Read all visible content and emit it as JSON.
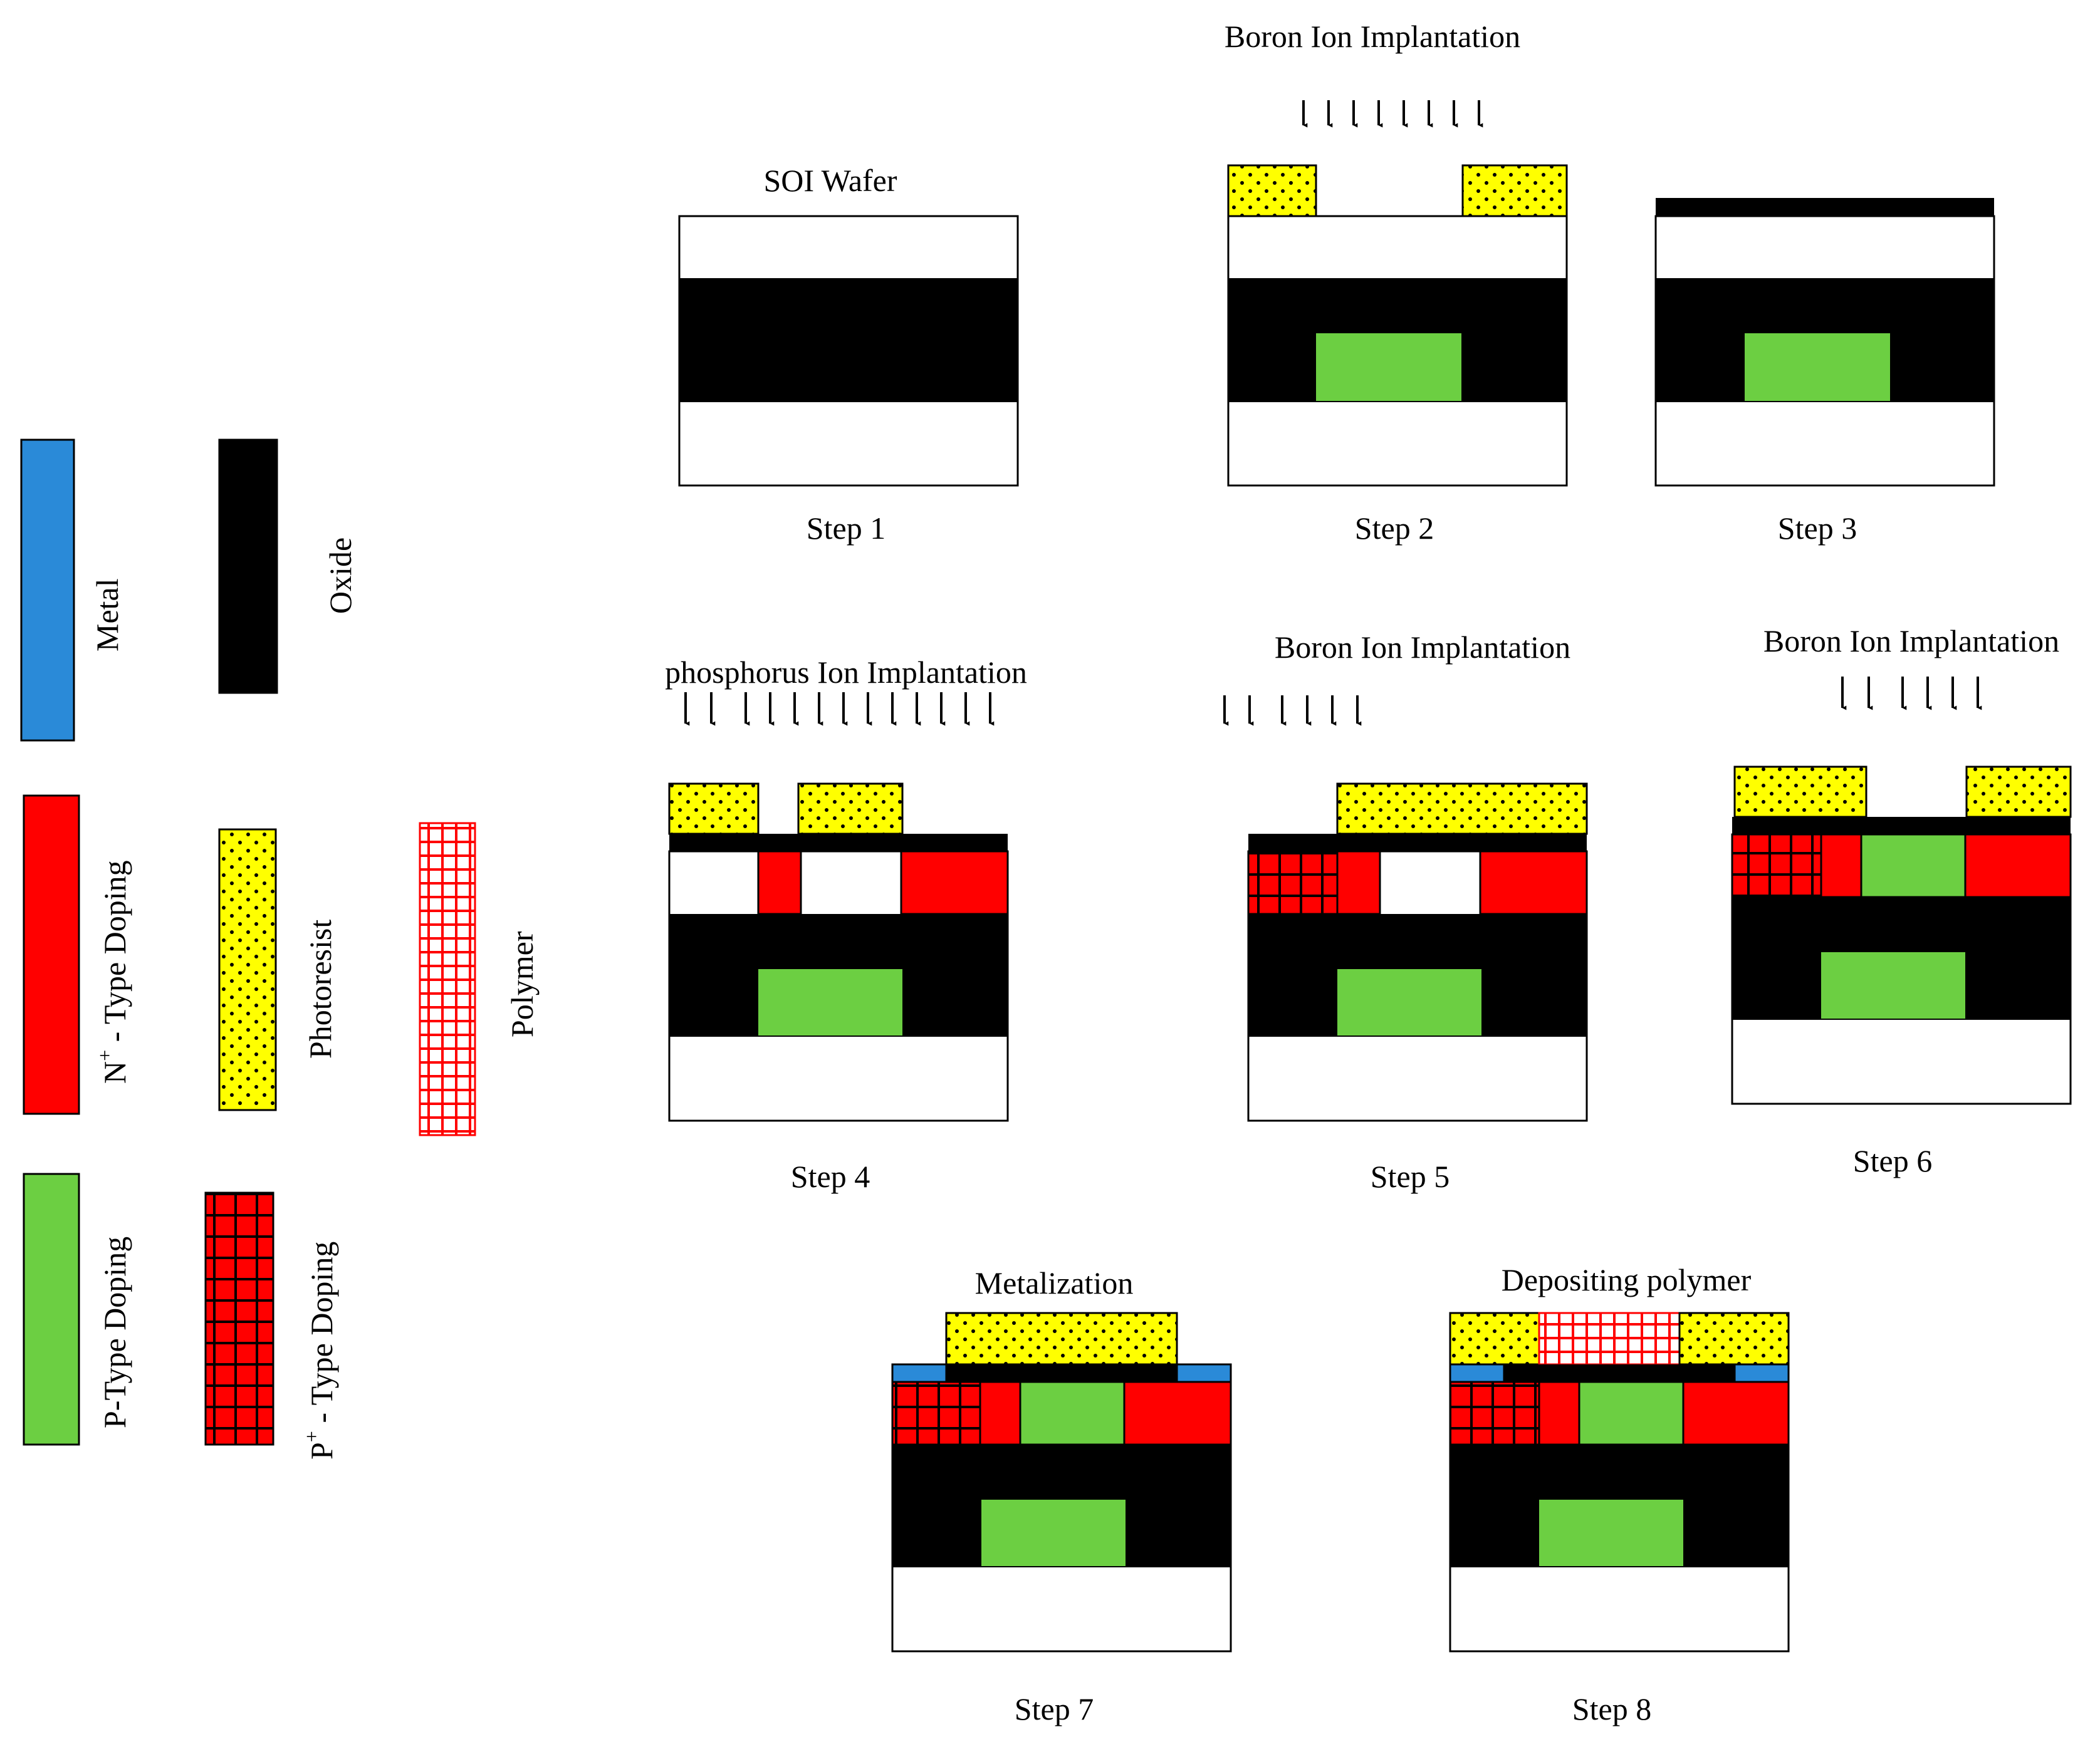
{
  "colors": {
    "metal": "#2a8ad8",
    "oxide": "#000000",
    "n_plus": "#ff0000",
    "p_type": "#6ccf42",
    "photoresist": "#ffff00",
    "p_plus": "#ff0000",
    "polymer_grid": "#ff0000",
    "silicon": "#ffffff"
  },
  "legend": {
    "metal": "Metal",
    "oxide": "Oxide",
    "n_plus_prefix": "N",
    "n_plus_sup": "+",
    "n_plus_suffix": " - Type Doping",
    "photoresist": "Photoresist",
    "polymer": "Polymer",
    "p_type": "P-Type  Doping",
    "p_plus_prefix": "P",
    "p_plus_sup": "+",
    "p_plus_suffix": " - Type Doping"
  },
  "steps": {
    "s1": {
      "title": "SOI Wafer",
      "label": "Step 1"
    },
    "s2": {
      "title": "Boron Ion Implantation",
      "label": "Step 2"
    },
    "s3": {
      "label": "Step 3"
    },
    "s4": {
      "title": "phosphorus  Ion Implantation",
      "label": "Step 4"
    },
    "s5": {
      "title": "Boron Ion Implantation",
      "label": "Step 5"
    },
    "s6": {
      "title": "Boron Ion Implantation",
      "label": "Step 6"
    },
    "s7": {
      "title": "Metalization",
      "label": "Step 7"
    },
    "s8": {
      "title": "Depositing polymer",
      "label": "Step 8"
    }
  }
}
